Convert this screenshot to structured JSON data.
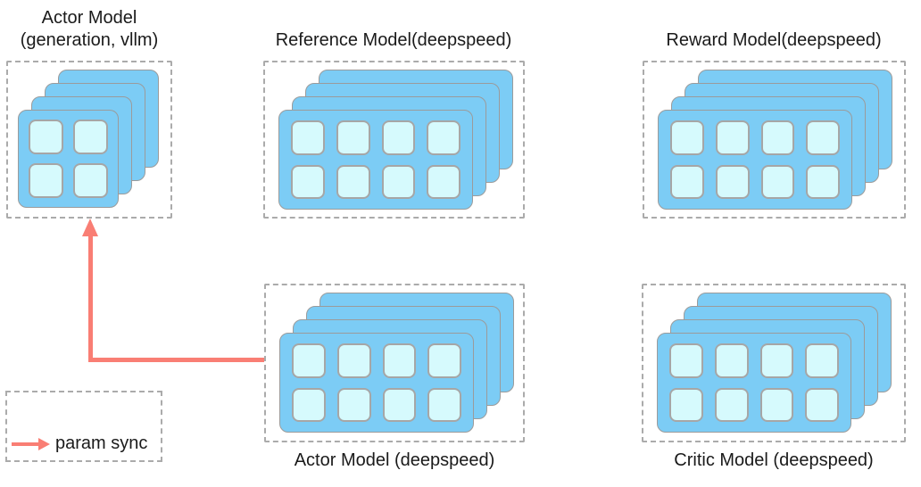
{
  "diagram": {
    "description": "RLHF training architecture: five model placement groups with GPU card stacks",
    "colors": {
      "gpu_card": "#7cccf5",
      "gpu_cell": "#d6fafd",
      "card_border": "#9b9b9b",
      "cell_border": "#a6a6a6",
      "dashed_border": "#ababab",
      "arrow": "#f97e74",
      "text": "#1a1a1a"
    },
    "models": {
      "actor_vllm": {
        "title_line1": "Actor Model",
        "title_line2": "(generation, vllm)",
        "label_position": "top",
        "layers": 4,
        "grid_cols": 2,
        "grid_rows": 2
      },
      "reference": {
        "title": "Reference Model(deepspeed)",
        "label_position": "top",
        "layers": 4,
        "grid_cols": 4,
        "grid_rows": 2
      },
      "reward": {
        "title": "Reward Model(deepspeed)",
        "label_position": "top",
        "layers": 4,
        "grid_cols": 4,
        "grid_rows": 2
      },
      "actor_ds": {
        "title": "Actor Model (deepspeed)",
        "label_position": "bottom",
        "layers": 4,
        "grid_cols": 4,
        "grid_rows": 2
      },
      "critic": {
        "title": "Critic Model (deepspeed)",
        "label_position": "bottom",
        "layers": 4,
        "grid_cols": 4,
        "grid_rows": 2
      }
    },
    "param_sync_arrow": {
      "meaning": "param sync",
      "from": "actor_ds",
      "to": "actor_vllm"
    },
    "legend": {
      "label": "param sync"
    }
  }
}
